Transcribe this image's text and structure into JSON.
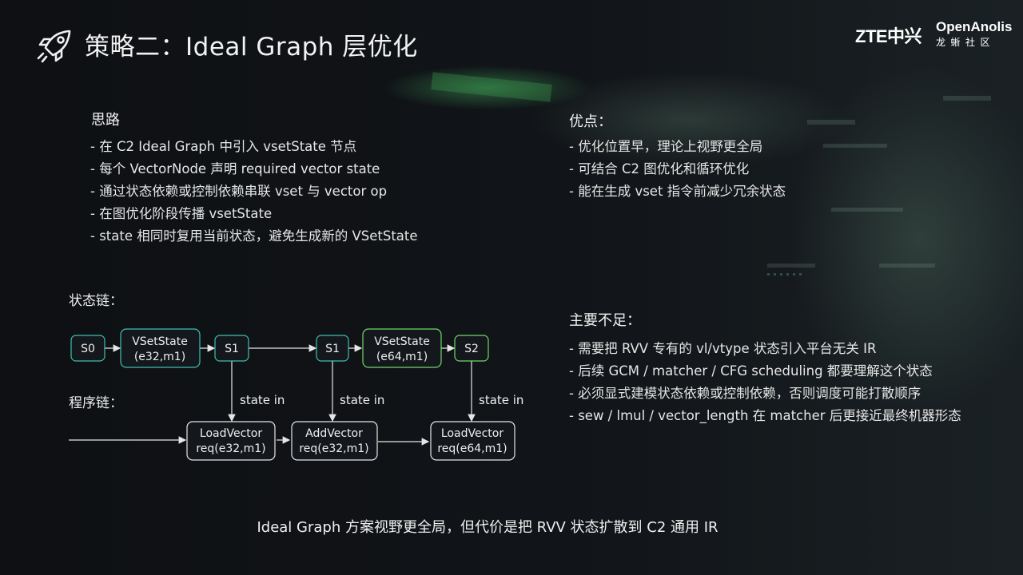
{
  "slide": {
    "title": "策略二：Ideal Graph 层优化",
    "logos": {
      "zte": "ZTE中兴",
      "openanolis": "OpenAnolis",
      "openanolis_sub": "龙蜥社区"
    },
    "idea": {
      "heading": "思路",
      "items": [
        "- 在 C2 Ideal Graph 中引入 vsetState 节点",
        "- 每个 VectorNode 声明 required vector state",
        "- 通过状态依赖或控制依赖串联 vset 与 vector op",
        "- 在图优化阶段传播 vsetState",
        "- state 相同时复用当前状态，避免生成新的 VSetState"
      ]
    },
    "pros": {
      "heading": "优点：",
      "items": [
        "- 优化位置早，理论上视野更全局",
        "- 可结合 C2 图优化和循环优化",
        "- 能在生成 vset 指令前减少冗余状态"
      ]
    },
    "cons": {
      "heading": "主要不足：",
      "items": [
        "- 需要把 RVV 专有的 vl/vtype 状态引入平台无关 IR",
        "- 后续 GCM / matcher / CFG scheduling 都要理解这个状态",
        "- 必须显式建模状态依赖或控制依赖，否则调度可能打散顺序",
        "- sew / lmul / vector_length 在 matcher 后更接近最终机器形态"
      ]
    },
    "diagram": {
      "state_chain_label": "状态链：",
      "program_chain_label": "程序链：",
      "nodes": {
        "s0": "S0",
        "vset1_line1": "VSetState",
        "vset1_line2": "(e32,m1)",
        "s1a": "S1",
        "s1b": "S1",
        "vset2_line1": "VSetState",
        "vset2_line2": "(e64,m1)",
        "s2": "S2",
        "load1_line1": "LoadVector",
        "load1_line2": "req(e32,m1)",
        "add_line1": "AddVector",
        "add_line2": "req(e32,m1)",
        "load2_line1": "LoadVector",
        "load2_line2": "req(e64,m1)"
      },
      "edge_label": "state in",
      "colors": {
        "cyan": "#3fbfae",
        "green": "#6fd86a",
        "white": "#e6e6e6"
      }
    },
    "footer": "Ideal Graph 方案视野更全局，但代价是把 RVV 状态扩散到 C2 通用 IR"
  }
}
